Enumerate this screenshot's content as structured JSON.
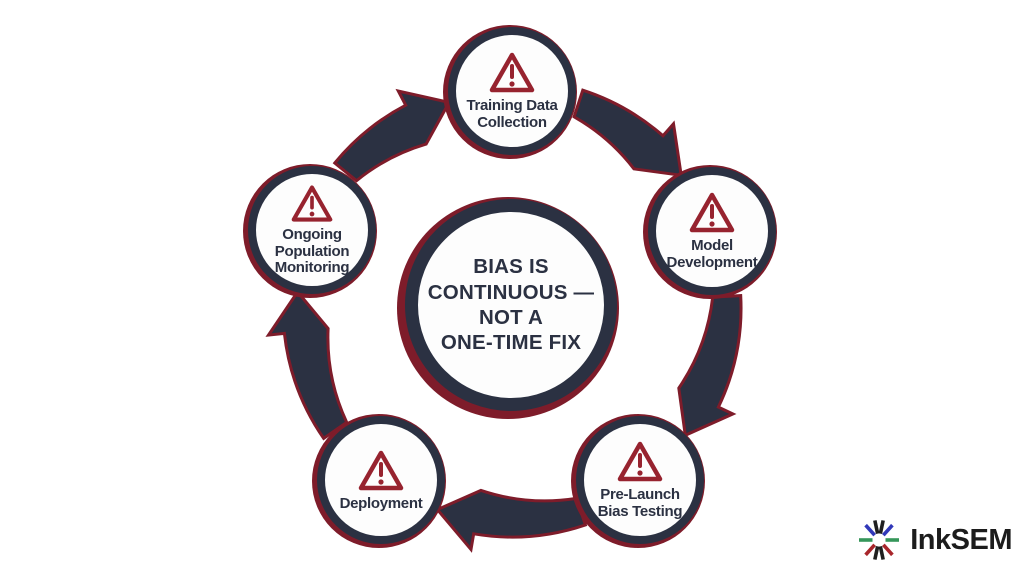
{
  "center": {
    "lines": [
      "BIAS IS",
      "CONTINUOUS —",
      "NOT A",
      "ONE-TIME FIX"
    ]
  },
  "nodes": [
    {
      "id": "training-data-collection",
      "lines": [
        "Training Data",
        "Collection"
      ]
    },
    {
      "id": "model-development",
      "lines": [
        "Model",
        "Development"
      ]
    },
    {
      "id": "pre-launch-bias-testing",
      "lines": [
        "Pre-Launch",
        "Bias Testing"
      ]
    },
    {
      "id": "deployment",
      "lines": [
        "Deployment"
      ]
    },
    {
      "id": "ongoing-population-monitoring",
      "lines": [
        "Ongoing",
        "Population",
        "Monitoring"
      ]
    }
  ],
  "icons": {
    "node_icon": "warning-triangle-icon",
    "logo_icon": "starburst-icon"
  },
  "logo": {
    "text": "InkSEM",
    "ray_colors": [
      "#1f1f1f",
      "#1f1f1f",
      "#3138b9",
      "#3138b9",
      "#35965a",
      "#35965a",
      "#a8262b",
      "#a8262b",
      "#1f1f1f",
      "#1f1f1f"
    ]
  },
  "colors": {
    "background": "#ffffff",
    "navy": "#2b3142",
    "dark_red_rim": "#7e1c2a",
    "warning_red": "#97232f",
    "text": "#2b3142",
    "logo_text": "#1c1c1c"
  }
}
